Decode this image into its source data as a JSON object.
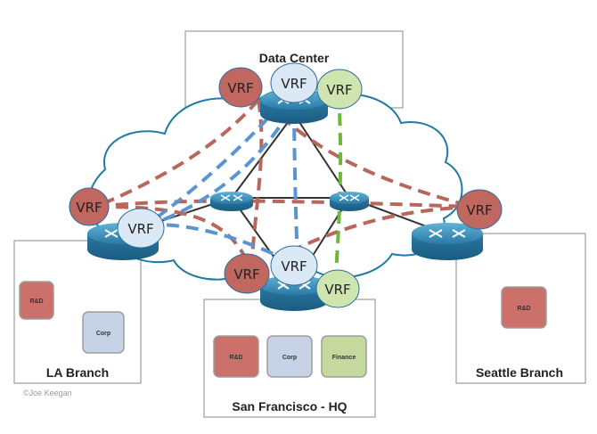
{
  "sites": {
    "data_center": "Data Center",
    "la_branch": "LA Branch",
    "sf_hq": "San Francisco - HQ",
    "seattle_branch": "Seattle Branch"
  },
  "vrf_label": "VRF",
  "departments": {
    "rnd": "R&D",
    "corp": "Corp",
    "finance": "Finance"
  },
  "credit": "©Joe Keegan",
  "colors": {
    "vrf_red": "#c0675f",
    "vrf_blue": "#dbe8f6",
    "vrf_green": "#cfe5b0",
    "path_red": "#b8675c",
    "path_blue": "#5b95d1",
    "path_green": "#6db83b",
    "router": "#2f7fa8",
    "cloud_stroke": "#1f7aa5"
  }
}
